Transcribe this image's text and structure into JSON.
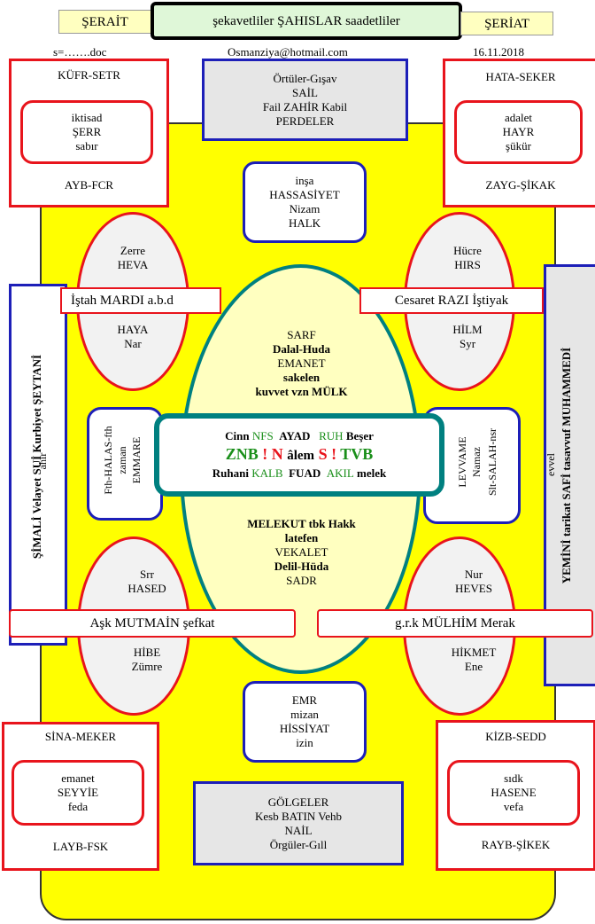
{
  "header": {
    "left_tab": "ŞERAİT",
    "right_tab": "ŞERİAT",
    "title": "şekavetliler  ŞAHISLAR  saadetliler",
    "file": "s=…….doc",
    "email": "Osmanziya@hotmail.com",
    "date": "16.11.2018"
  },
  "top_left": {
    "top": "KÜFR-SETR",
    "inner": [
      "iktisad",
      "ŞERR",
      "sabır"
    ],
    "bottom": "AYB-FCR"
  },
  "top_right": {
    "top": "HATA-SEKER",
    "inner": [
      "adalet",
      "HAYR",
      "şükür"
    ],
    "bottom": "ZAYG-ŞİKAK"
  },
  "bottom_left": {
    "top": "SİNA-MEKER",
    "inner": [
      "emanet",
      "SEYYİE",
      "feda"
    ],
    "bottom": "LAYB-FSK"
  },
  "bottom_right": {
    "top": "KİZB-SEDD",
    "inner": [
      "sıdk",
      "HASENE",
      "vefa"
    ],
    "bottom": "RAYB-ŞİKEK"
  },
  "top_center": [
    "Örtüler-Gışav",
    "SAİL",
    "Fail ZAHİR Kabil",
    "PERDELER"
  ],
  "bottom_center": [
    "GÖLGELER",
    "Kesb BATIN  Vehb",
    "NAİL",
    "Örgüler-Gıll"
  ],
  "upper_mid": [
    "inşa",
    "HASSASİYET",
    "Nizam",
    "HALK"
  ],
  "lower_mid": [
    "EMR",
    "mizan",
    "HİSSİYAT",
    "izin"
  ],
  "ellipses": {
    "ul_top": [
      "Zerre",
      "HEVA"
    ],
    "ul_bottom": [
      "HAYA",
      "Nar"
    ],
    "ur_top": [
      "Hücre",
      "HIRS"
    ],
    "ur_bottom": [
      "HİLM",
      "Syr"
    ],
    "ll_top": [
      "Srr",
      "HASED"
    ],
    "ll_bottom": [
      "HİBE",
      "Zümre"
    ],
    "lr_top": [
      "Nur",
      "HEVES"
    ],
    "lr_bottom": [
      "HİKMET",
      "Ene"
    ]
  },
  "bars": {
    "upper_left": "İştah  MARDI a.b.d",
    "upper_right": "Cesaret  RAZI  İştiyak",
    "lower_left": "Aşk MUTMAİN şefkat",
    "lower_right": "g.r.k  MÜLHİM Merak"
  },
  "left_vertical": {
    "main": "ŞİMALİ Velayet   SUİ   Kurbiyet  ŞEYTANİ",
    "sub": "ahir"
  },
  "right_vertical": {
    "main": "YEMİNİ  tarikat  SAFİ tasavvuf  MUHAMMEDİ",
    "sub": "evvel"
  },
  "left_mid_pill": [
    "Fth-HALAS-fth",
    "zaman",
    "EMMARE"
  ],
  "right_mid_pill": [
    "LEVVAME",
    "Namaz",
    "Slt-SALAH-nsr"
  ],
  "oval_top": [
    {
      "t": "SARF",
      "bold": false
    },
    {
      "t": "Dalal-Huda",
      "bold": true
    },
    {
      "t": "EMANET",
      "bold": false
    },
    {
      "t": "sakelen",
      "bold": true
    },
    {
      "t": "kuvvet vzn  MÜLK",
      "bold": true
    }
  ],
  "oval_bottom": [
    {
      "t": "MELEKUT tbk Hakk",
      "bold": true
    },
    {
      "t": "latefen",
      "bold": true
    },
    {
      "t": "VEKALET",
      "bold": false
    },
    {
      "t": "Delil-Hüda",
      "bold": true
    },
    {
      "t": "SADR",
      "bold": false
    }
  ],
  "center": {
    "row1": {
      "a": "Cinn",
      "b": "NFS",
      "c": "AYAD",
      "d": "RUH",
      "e": "Beşer"
    },
    "row2": {
      "a": "ZNB",
      "b": "!",
      "c": "N",
      "d": "âlem",
      "e": "S",
      "f": "!",
      "g": "TVB"
    },
    "row3": {
      "a": "Ruhani",
      "b": "KALB",
      "c": "FUAD",
      "d": "AKIL",
      "e": "melek"
    }
  },
  "colors": {
    "red": "#e8141c",
    "blue": "#1d1fb8",
    "yellow": "#ffff00",
    "oval": "#ffffc0",
    "teal": "#008080",
    "green": "#1a8f1a"
  }
}
